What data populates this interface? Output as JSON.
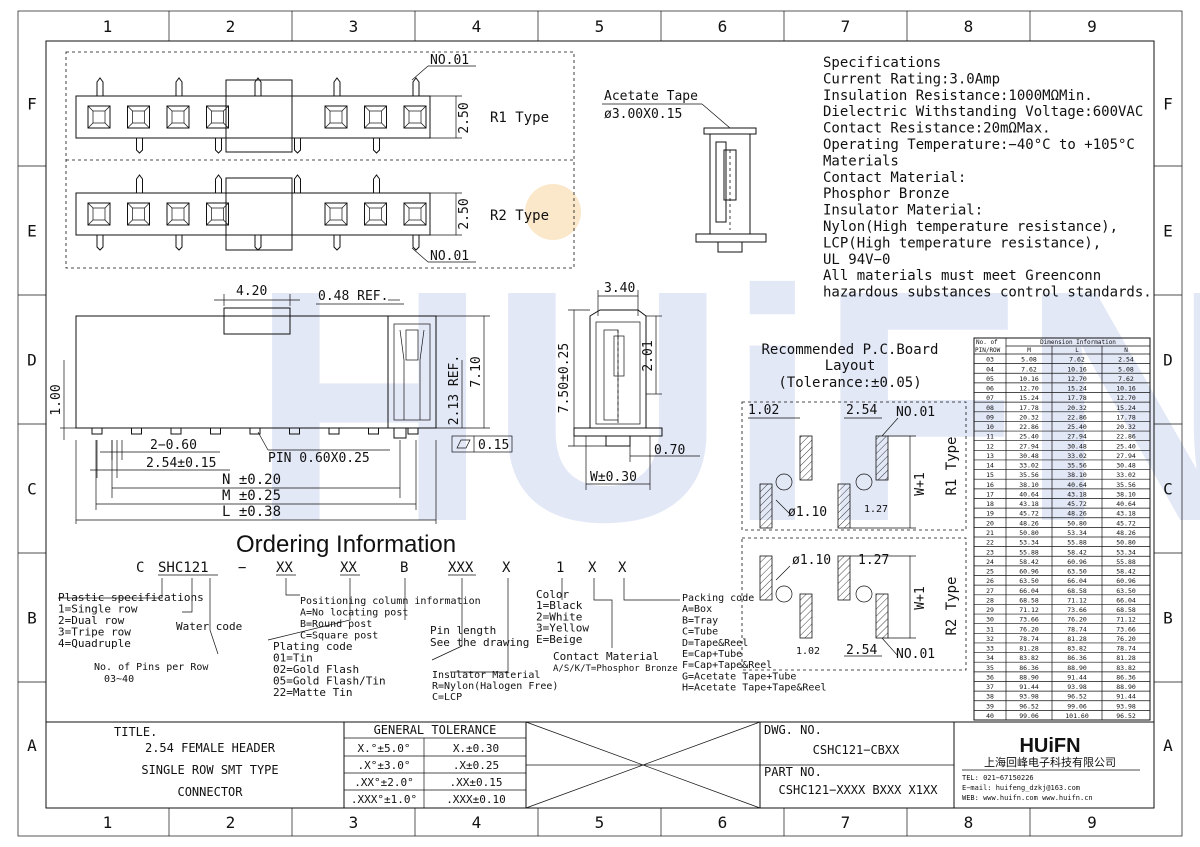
{
  "frame": {
    "columns": [
      "1",
      "2",
      "3",
      "4",
      "5",
      "6",
      "7",
      "8",
      "9"
    ],
    "rows": [
      "F",
      "E",
      "D",
      "C",
      "B",
      "A"
    ]
  },
  "top_view": {
    "r1_label": "R1 Type",
    "r2_label": "R2 Type",
    "pitch": "2.50",
    "no01_top": "NO.01",
    "no01_bottom": "NO.01"
  },
  "tape": {
    "title": "Acetate Tape",
    "size": "ø3.00X0.15"
  },
  "specifications": {
    "lines": [
      "Specifications",
      "Current  Rating:3.0Amp",
      "Insulation  Resistance:1000MΩMin.",
      "Dielectric  Withstanding  Voltage:600VAC",
      "Contact  Resistance:20mΩMax.",
      "Operating  Temperature:−40°C  to  +105°C",
      "Materials",
      "Contact  Material:",
      "Phosphor Bronze",
      "Insulator  Material:",
      "Nylon(High  temperature  resistance),",
      "LCP(High  temperature  resistance),",
      "UL  94V−0",
      "All  materials  must  meet  Greenconn",
      "hazardous  substances  control  standards."
    ]
  },
  "front_view": {
    "dim_420": "4.20",
    "dim_048": "0.48  REF.",
    "dim_100": "1.00",
    "dim_213": "2.13  REF.",
    "dim_710": "7.10",
    "dim_260": "2−0.60",
    "dim_254": "2.54±0.15",
    "dim_pin": "PIN  0.60X0.25",
    "flatness": "0.15",
    "dim_n": "N  ±0.20",
    "dim_m": "M  ±0.25",
    "dim_l": "L  ±0.38"
  },
  "side_view": {
    "dim_340": "3.40",
    "dim_750": "7.50±0.25",
    "dim_201": "2.01",
    "dim_070": "0.70",
    "dim_w": "W±0.30"
  },
  "pcb": {
    "title1": "Recommended  P.C.Board",
    "title2": "Layout",
    "title3": "(Tolerance:±0.05)",
    "r1": {
      "d102": "1.02",
      "d254": "2.54",
      "no01": "NO.01",
      "hole": "ø1.10",
      "d127": "1.27",
      "w1": "W+1",
      "type": "R1  Type"
    },
    "r2": {
      "hole": "ø1.10",
      "d127": "1.27",
      "d102": "1.02",
      "d254": "2.54",
      "no01": "NO.01",
      "w1": "W+1",
      "type": "R2  Type"
    }
  },
  "dim_table": {
    "h_no": "No. of",
    "h_pin": "PIN/ROW",
    "h_info": "Dimension Information",
    "cols": [
      "M",
      "L",
      "N"
    ],
    "rows": [
      [
        "03",
        "5.08",
        "7.62",
        "2.54"
      ],
      [
        "04",
        "7.62",
        "10.16",
        "5.08"
      ],
      [
        "05",
        "10.16",
        "12.70",
        "7.62"
      ],
      [
        "06",
        "12.70",
        "15.24",
        "10.16"
      ],
      [
        "07",
        "15.24",
        "17.78",
        "12.70"
      ],
      [
        "08",
        "17.78",
        "20.32",
        "15.24"
      ],
      [
        "09",
        "20.32",
        "22.86",
        "17.78"
      ],
      [
        "10",
        "22.86",
        "25.40",
        "20.32"
      ],
      [
        "11",
        "25.40",
        "27.94",
        "22.86"
      ],
      [
        "12",
        "27.94",
        "30.48",
        "25.40"
      ],
      [
        "13",
        "30.48",
        "33.02",
        "27.94"
      ],
      [
        "14",
        "33.02",
        "35.56",
        "30.48"
      ],
      [
        "15",
        "35.56",
        "38.10",
        "33.02"
      ],
      [
        "16",
        "38.10",
        "40.64",
        "35.56"
      ],
      [
        "17",
        "40.64",
        "43.18",
        "38.10"
      ],
      [
        "18",
        "43.18",
        "45.72",
        "40.64"
      ],
      [
        "19",
        "45.72",
        "48.26",
        "43.18"
      ],
      [
        "20",
        "48.26",
        "50.80",
        "45.72"
      ],
      [
        "21",
        "50.80",
        "53.34",
        "48.26"
      ],
      [
        "22",
        "53.34",
        "55.88",
        "50.80"
      ],
      [
        "23",
        "55.88",
        "58.42",
        "53.34"
      ],
      [
        "24",
        "58.42",
        "60.96",
        "55.88"
      ],
      [
        "25",
        "60.96",
        "63.50",
        "58.42"
      ],
      [
        "26",
        "63.50",
        "66.04",
        "60.96"
      ],
      [
        "27",
        "66.04",
        "68.58",
        "63.50"
      ],
      [
        "28",
        "68.58",
        "71.12",
        "66.04"
      ],
      [
        "29",
        "71.12",
        "73.66",
        "68.58"
      ],
      [
        "30",
        "73.66",
        "76.20",
        "71.12"
      ],
      [
        "31",
        "76.20",
        "78.74",
        "73.66"
      ],
      [
        "32",
        "78.74",
        "81.28",
        "76.20"
      ],
      [
        "33",
        "81.28",
        "83.82",
        "78.74"
      ],
      [
        "34",
        "83.82",
        "86.36",
        "81.28"
      ],
      [
        "35",
        "86.36",
        "88.90",
        "83.82"
      ],
      [
        "36",
        "88.90",
        "91.44",
        "86.36"
      ],
      [
        "37",
        "91.44",
        "93.98",
        "88.90"
      ],
      [
        "38",
        "93.98",
        "96.52",
        "91.44"
      ],
      [
        "39",
        "96.52",
        "99.06",
        "93.98"
      ],
      [
        "40",
        "99.06",
        "101.60",
        "96.52"
      ]
    ]
  },
  "ordering": {
    "title": "Ordering  Information",
    "code": [
      "C",
      "SHC121",
      "−",
      "XX",
      "XX",
      "B",
      "XXX",
      "X",
      "1",
      "X",
      "X"
    ],
    "plastic": [
      "Plastic  specifications",
      "1=Single  row",
      "2=Dual  row",
      "3=Tripe  row",
      "4=Quadruple"
    ],
    "water": "Water  code",
    "pins": [
      "No.  of  Pins  per  Row",
      "03~40"
    ],
    "positioning": [
      "Positioning  column  information",
      "A=No  locating  post",
      "B=Round  post",
      "C=Square  post"
    ],
    "plating": [
      "Plating  code",
      "01=Tin",
      "02=Gold  Flash",
      "05=Gold  Flash/Tin",
      "22=Matte  Tin"
    ],
    "pinlen": [
      "Pin  length",
      "See  the  drawing"
    ],
    "insulator": [
      "Insulator  Material",
      "R=Nylon(Halogen  Free)",
      "C=LCP"
    ],
    "color": [
      "Color",
      "1=Black",
      "2=White",
      "3=Yellow",
      "E=Beige"
    ],
    "contact": [
      "Contact  Material",
      "A/S/K/T=Phosphor  Bronze"
    ],
    "packing": [
      "Packing  code",
      "A=Box",
      "B=Tray",
      "C=Tube",
      "D=Tape&Reel",
      "E=Cap+Tube",
      "F=Cap+Tape&Reel",
      "G=Acetate  Tape+Tube",
      "H=Acetate  Tape+Tape&Reel"
    ]
  },
  "title_block": {
    "title_label": "TITLE.",
    "title_lines": [
      "2.54  FEMALE  HEADER",
      "SINGLE  ROW  SMT  TYPE",
      "CONNECTOR"
    ],
    "tol_title": "GENERAL  TOLERANCE",
    "tol_rows": [
      [
        "X.°±5.0°",
        "X.±0.30"
      ],
      [
        ".X°±3.0°",
        ".X±0.25"
      ],
      [
        ".XX°±2.0°",
        ".XX±0.15"
      ],
      [
        ".XXX°±1.0°",
        ".XXX±0.10"
      ]
    ],
    "dwg_label": "DWG.  NO.",
    "dwg_no": "CSHC121−CBXX",
    "part_label": "PART  NO.",
    "part_no": "CSHC121−XXXX  BXXX  X1XX",
    "brand": "HUiFN",
    "company": "上海回峰电子科技有限公司",
    "tel": "TEL:  021−67150226",
    "email": "E−mail:  huifeng_dzkj@163.com",
    "web": "WEB:  www.huifn.com    www.huifn.cn"
  },
  "watermark": "HUiFN"
}
